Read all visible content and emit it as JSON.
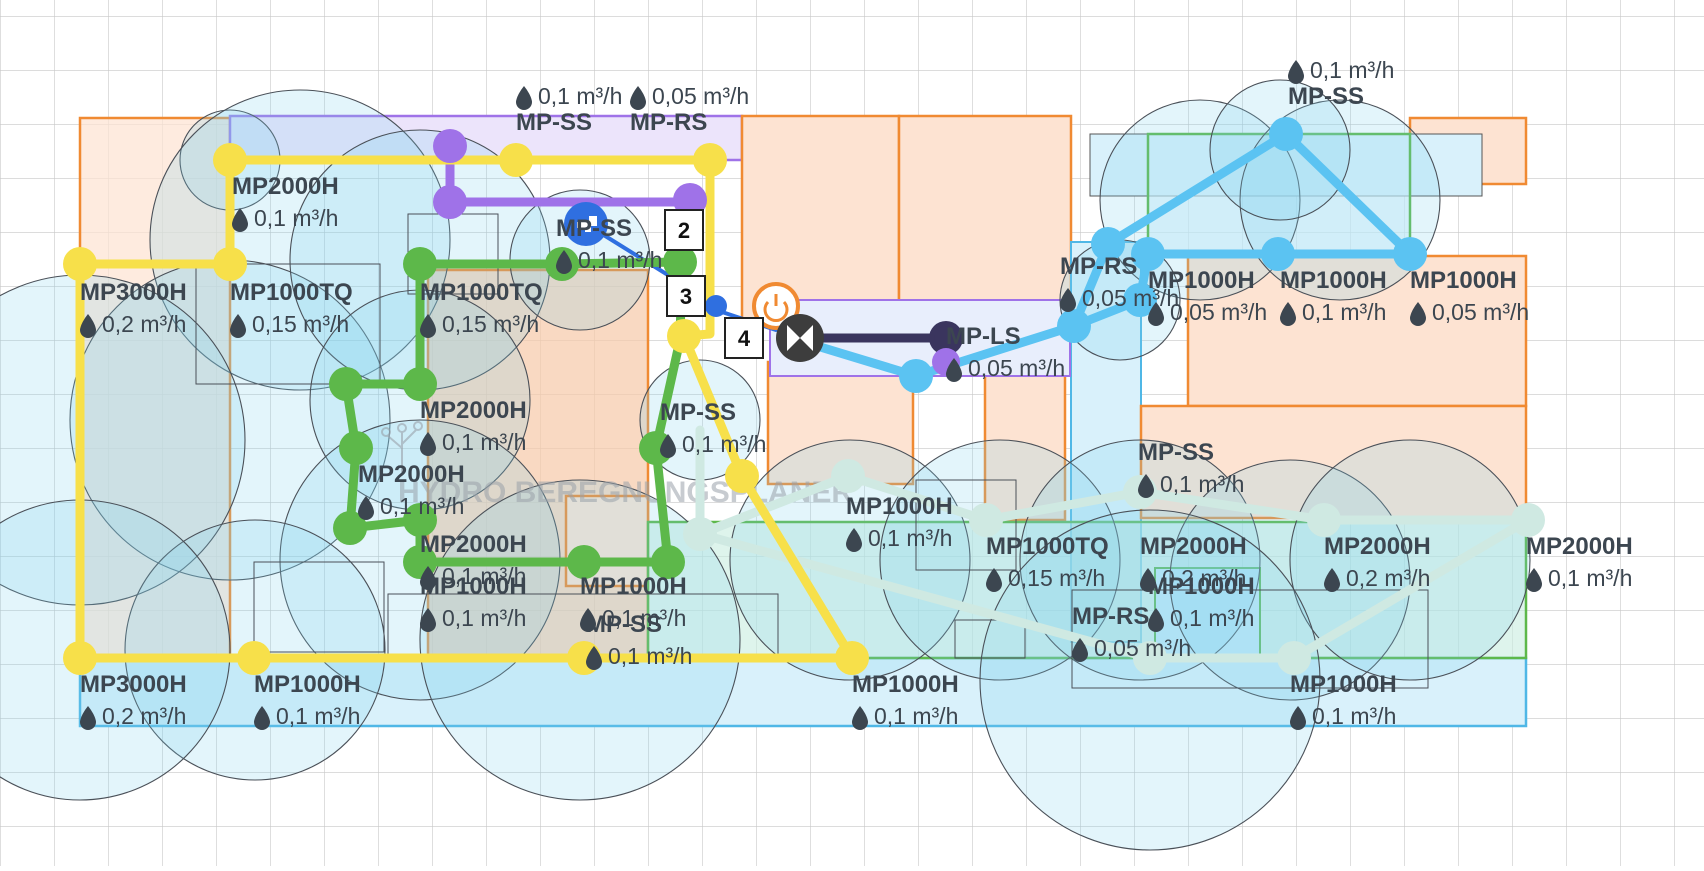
{
  "app": {
    "watermark": "HYDRO BEREGNUNGSPLANER",
    "colors": {
      "area": "#f08a32",
      "area_fill": "#fde3d2",
      "grid": "#c8c8c8",
      "yellow": "#f7e04a",
      "green": "#5db84a",
      "purple": "#9f72e8",
      "lightblue": "#5bc3f2",
      "mint": "#cfe9e2",
      "navy": "#3a355e",
      "border_blue": "#4fb7e6"
    }
  },
  "units": {
    "m3h": "m³/h"
  },
  "badges": [
    {
      "text": "2"
    },
    {
      "text": "3"
    },
    {
      "text": "4"
    }
  ],
  "sprinklers": [
    {
      "name": "MP-SS",
      "flow": "0,1 m³/h"
    },
    {
      "name": "MP-RS",
      "flow": "0,05 m³/h"
    },
    {
      "name": "MP2000H",
      "flow": "0,1 m³/h"
    },
    {
      "name": "MP3000H",
      "flow": "0,2 m³/h"
    },
    {
      "name": "MP1000TQ",
      "flow": "0,15 m³/h"
    },
    {
      "name": "MP1000TQ",
      "flow": "0,15 m³/h"
    },
    {
      "name": "MP-SS",
      "flow": "0,1 m³/h"
    },
    {
      "name": "MP2000H",
      "flow": "0,1 m³/h"
    },
    {
      "name": "MP-SS",
      "flow": "0,1 m³/h"
    },
    {
      "name": "MP2000H",
      "flow": "0,1 m³/h"
    },
    {
      "name": "MP2000H",
      "flow": "0,1 m³/h"
    },
    {
      "name": "MP1000H",
      "flow": "0,1 m³/h"
    },
    {
      "name": "MP1000H",
      "flow": "0,1 m³/h"
    },
    {
      "name": "MP-SS",
      "flow": "0,1 m³/h"
    },
    {
      "name": "MP3000H",
      "flow": "0,2 m³/h"
    },
    {
      "name": "MP1000H",
      "flow": "0,1 m³/h"
    },
    {
      "name": "MP1000H",
      "flow": "0,1 m³/h"
    },
    {
      "name": "MP1000H",
      "flow": "0,1 m³/h"
    },
    {
      "name": "MP-SS",
      "flow": "0,1 m³/h"
    },
    {
      "name": "MP-RS",
      "flow": "0,05 m³/h"
    },
    {
      "name": "MP-LS",
      "flow": "0,05 m³/h"
    },
    {
      "name": "MP1000H",
      "flow": "0,05 m³/h"
    },
    {
      "name": "MP1000H",
      "flow": "0,1 m³/h"
    },
    {
      "name": "MP1000H",
      "flow": "0,05 m³/h"
    },
    {
      "name": "MP-SS",
      "flow": "0,1 m³/h"
    },
    {
      "name": "MP1000H",
      "flow": "0,1 m³/h"
    },
    {
      "name": "MP1000TQ",
      "flow": "0,15 m³/h"
    },
    {
      "name": "MP2000H",
      "flow": "0,2 m³/h"
    },
    {
      "name": "MP2000H",
      "flow": "0,2 m³/h"
    },
    {
      "name": "MP2000H",
      "flow": "0,1 m³/h"
    },
    {
      "name": "MP-RS",
      "flow": "0,05 m³/h"
    },
    {
      "name": "MP1000H",
      "flow": "0,1 m³/h"
    }
  ]
}
